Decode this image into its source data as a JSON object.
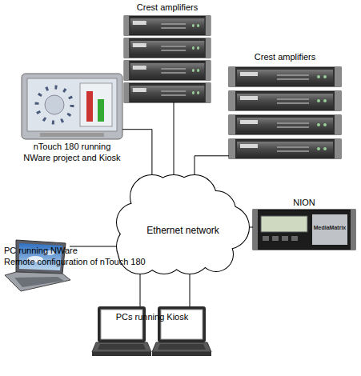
{
  "diagram": {
    "nodes": [
      {
        "text": [
          "Crest amplifiers"
        ]
      },
      {
        "text": [
          "Crest amplifiers"
        ]
      },
      {
        "text": [
          "nTouch 180 running NWare project and Kiosk"
        ]
      },
      {
        "text": [
          "Ethernet network"
        ]
      },
      {
        "text": [
          "NION",
          "MediaMatrix"
        ]
      },
      {
        "text": [
          "PC running NWare",
          "Remote configuration of nTouch 180"
        ]
      },
      {
        "text": [
          "PCs running Kiosk"
        ]
      }
    ],
    "edges": [
      {
        "from": 0,
        "to": 3,
        "arrow": "none"
      },
      {
        "from": 1,
        "to": 3,
        "arrow": "none"
      },
      {
        "from": 2,
        "to": 3,
        "arrow": "none"
      },
      {
        "from": 4,
        "to": 3,
        "arrow": "none"
      },
      {
        "from": 5,
        "to": 3,
        "arrow": "none"
      },
      {
        "from": 6,
        "to": 3,
        "arrow": "none"
      },
      {
        "from": 6,
        "to": 3,
        "arrow": "none"
      }
    ]
  }
}
